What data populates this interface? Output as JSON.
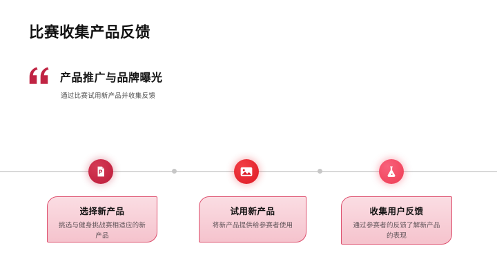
{
  "slide": {
    "title": "比赛收集产品反馈",
    "quote": {
      "icon": "quote-icon",
      "heading": "产品推广与品牌曝光",
      "subtext": "通过比赛试用新产品并收集反馈"
    },
    "timeline": {
      "line_color": "#d9d9d9",
      "steps": [
        {
          "icon": "ppt-file-icon",
          "icon_letter": "P",
          "circle_color": "#c3203f",
          "card_title": "选择新产品",
          "card_body": "挑选与健身挑战赛相适应的新产品"
        },
        {
          "icon": "image-icon",
          "circle_color": "#e8232d",
          "card_title": "试用新产品",
          "card_body": "将新产品提供给参赛者使用"
        },
        {
          "icon": "flask-icon",
          "circle_color": "#f4495f",
          "card_title": "收集用户反馈",
          "card_body": "通过参赛者的反馈了解新产品的表现"
        }
      ]
    },
    "colors": {
      "title_text": "#111111",
      "accent": "#c02443",
      "card_border": "#dd4f6d",
      "card_bg_top": "#fbdde3",
      "card_bg_bottom": "#f5c3cd",
      "body_text": "#5f5358"
    }
  }
}
